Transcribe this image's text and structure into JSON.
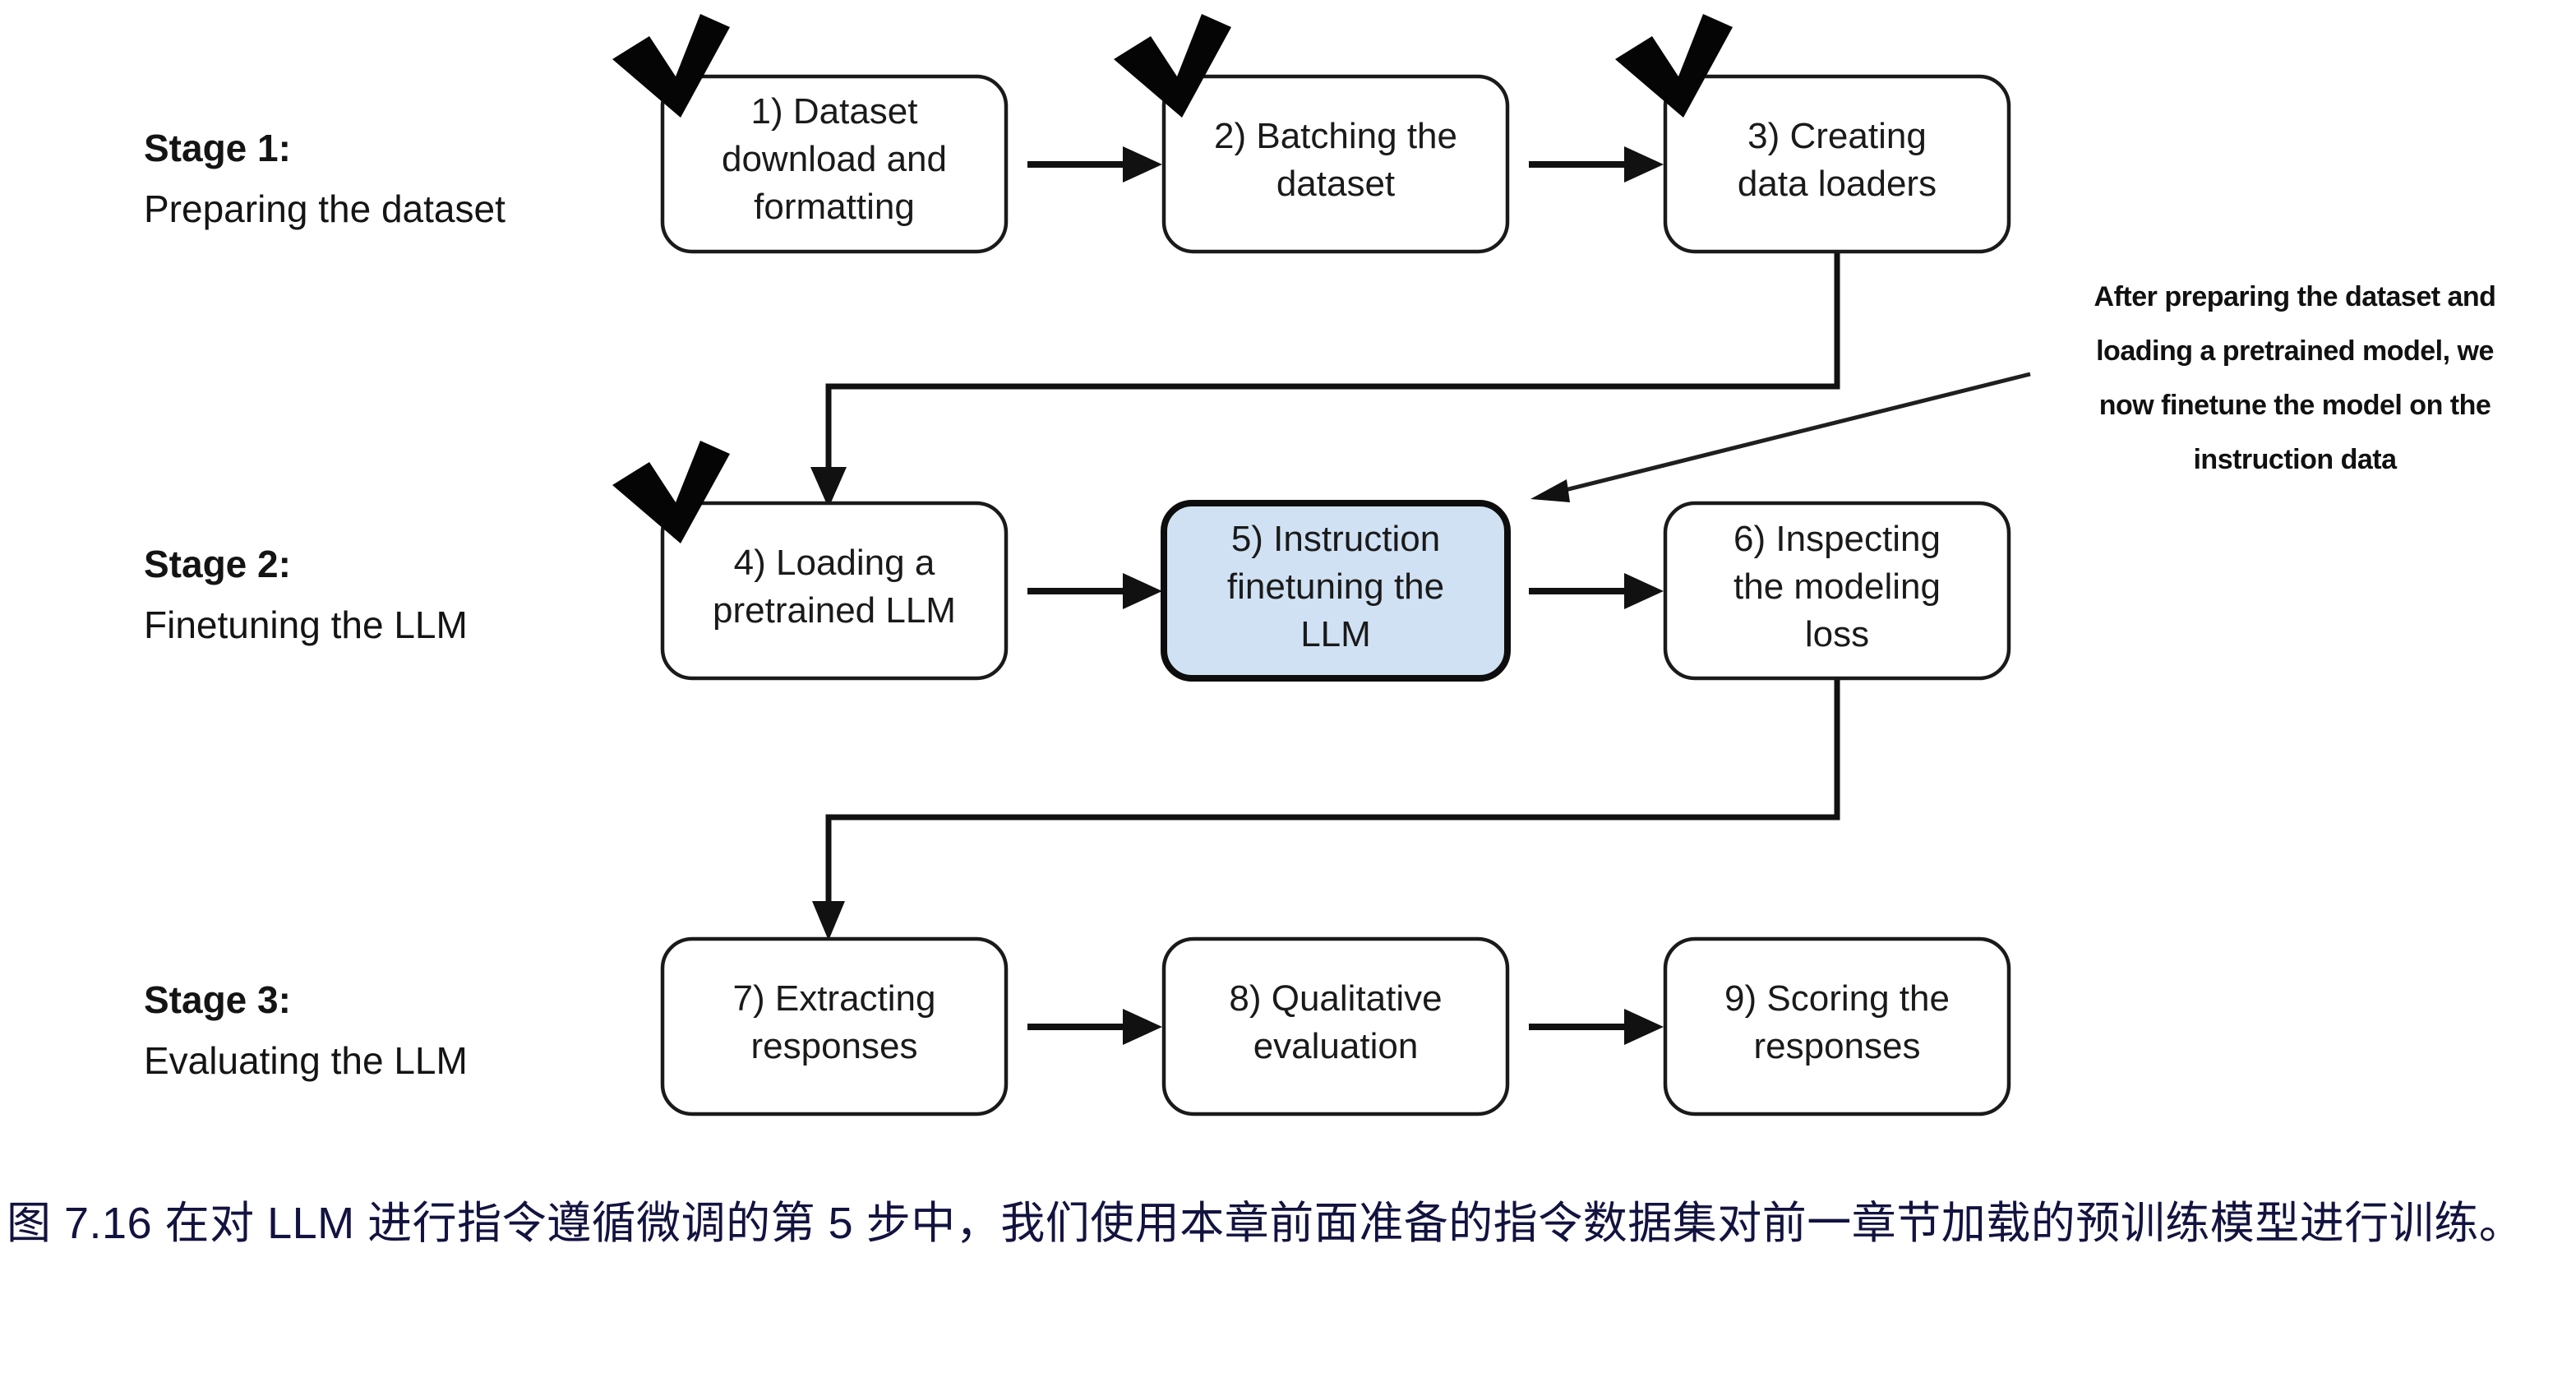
{
  "figure": {
    "type": "flowchart",
    "title": "Instruction finetuning pipeline",
    "highlight_color": "#cfe1f3",
    "line_color": "#111111",
    "box_fill": "#ffffff",
    "caption_color": "#131340"
  },
  "stages": [
    {
      "id": "stage-1",
      "title": "Stage 1:",
      "subtitle": "Preparing the dataset",
      "steps": [
        {
          "n": 1,
          "lines": [
            "1) Dataset",
            "download and",
            "formatting"
          ],
          "checked": true,
          "highlighted": false
        },
        {
          "n": 2,
          "lines": [
            "2) Batching the",
            "dataset"
          ],
          "checked": true,
          "highlighted": false
        },
        {
          "n": 3,
          "lines": [
            "3) Creating",
            "data loaders"
          ],
          "checked": true,
          "highlighted": false
        }
      ]
    },
    {
      "id": "stage-2",
      "title": "Stage 2:",
      "subtitle": "Finetuning the LLM",
      "steps": [
        {
          "n": 4,
          "lines": [
            "4) Loading a",
            "pretrained LLM"
          ],
          "checked": true,
          "highlighted": false
        },
        {
          "n": 5,
          "lines": [
            "5) Instruction",
            "finetuning the",
            "LLM"
          ],
          "checked": false,
          "highlighted": true
        },
        {
          "n": 6,
          "lines": [
            "6) Inspecting",
            "the modeling",
            "loss"
          ],
          "checked": false,
          "highlighted": false
        }
      ]
    },
    {
      "id": "stage-3",
      "title": "Stage 3:",
      "subtitle": "Evaluating the LLM",
      "steps": [
        {
          "n": 7,
          "lines": [
            "7) Extracting",
            "responses"
          ],
          "checked": false,
          "highlighted": false
        },
        {
          "n": 8,
          "lines": [
            "8) Qualitative",
            "evaluation"
          ],
          "checked": false,
          "highlighted": false
        },
        {
          "n": 9,
          "lines": [
            "9) Scoring the",
            "responses"
          ],
          "checked": false,
          "highlighted": false
        }
      ]
    }
  ],
  "annotation": {
    "lines": [
      "After preparing the dataset and",
      "loading a pretrained model, we",
      "now finetune the model on the",
      "instruction data"
    ],
    "points_to": "5) Instruction finetuning the LLM"
  },
  "caption": {
    "text": "图 7.16 在对 LLM 进行指令遵循微调的第 5 步中，我们使用本章前面准备的指令数据集对前一章节加载的预训练模型进行训练。"
  }
}
